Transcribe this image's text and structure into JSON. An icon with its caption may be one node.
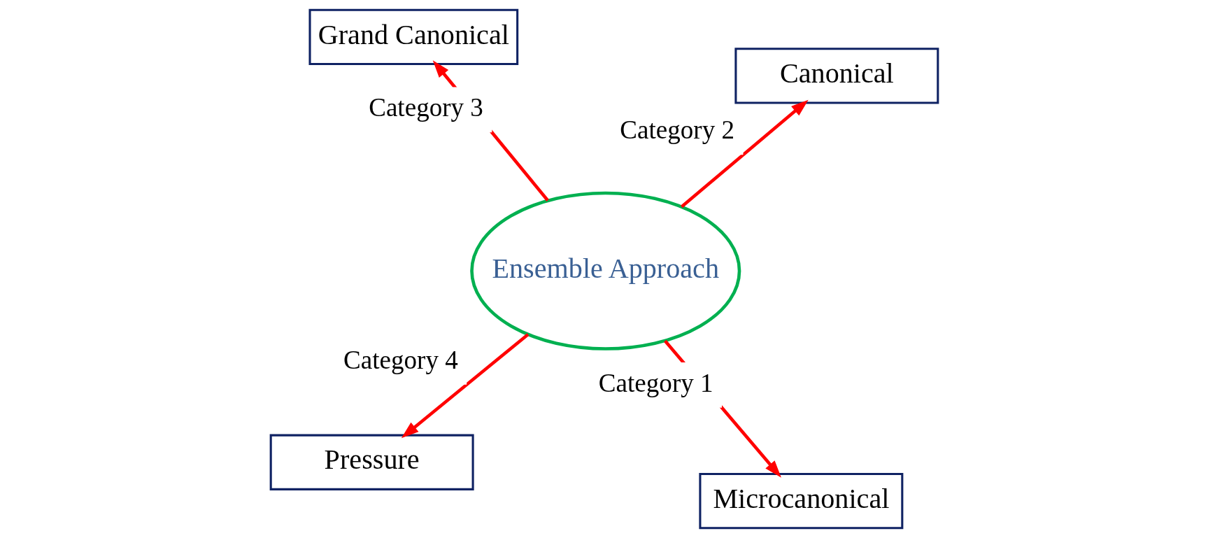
{
  "diagram": {
    "nodes": [
      {
        "text": [
          "Pressure"
        ]
      },
      {
        "text": [
          "Microcanonical"
        ]
      },
      {
        "text": [
          "Ensemble Approach"
        ]
      },
      {
        "text": [
          "Grand Canonical"
        ]
      },
      {
        "text": [
          "Canonical"
        ]
      }
    ],
    "edges": [
      {
        "from": 2,
        "to": 1,
        "arrow": "to",
        "label": "Category 1"
      },
      {
        "from": 2,
        "to": 4,
        "arrow": "to",
        "label": "Category 2"
      },
      {
        "from": 2,
        "to": 3,
        "arrow": "to",
        "label": "Category 3"
      },
      {
        "from": 2,
        "to": 0,
        "arrow": "to",
        "label": "Category 4"
      }
    ]
  }
}
